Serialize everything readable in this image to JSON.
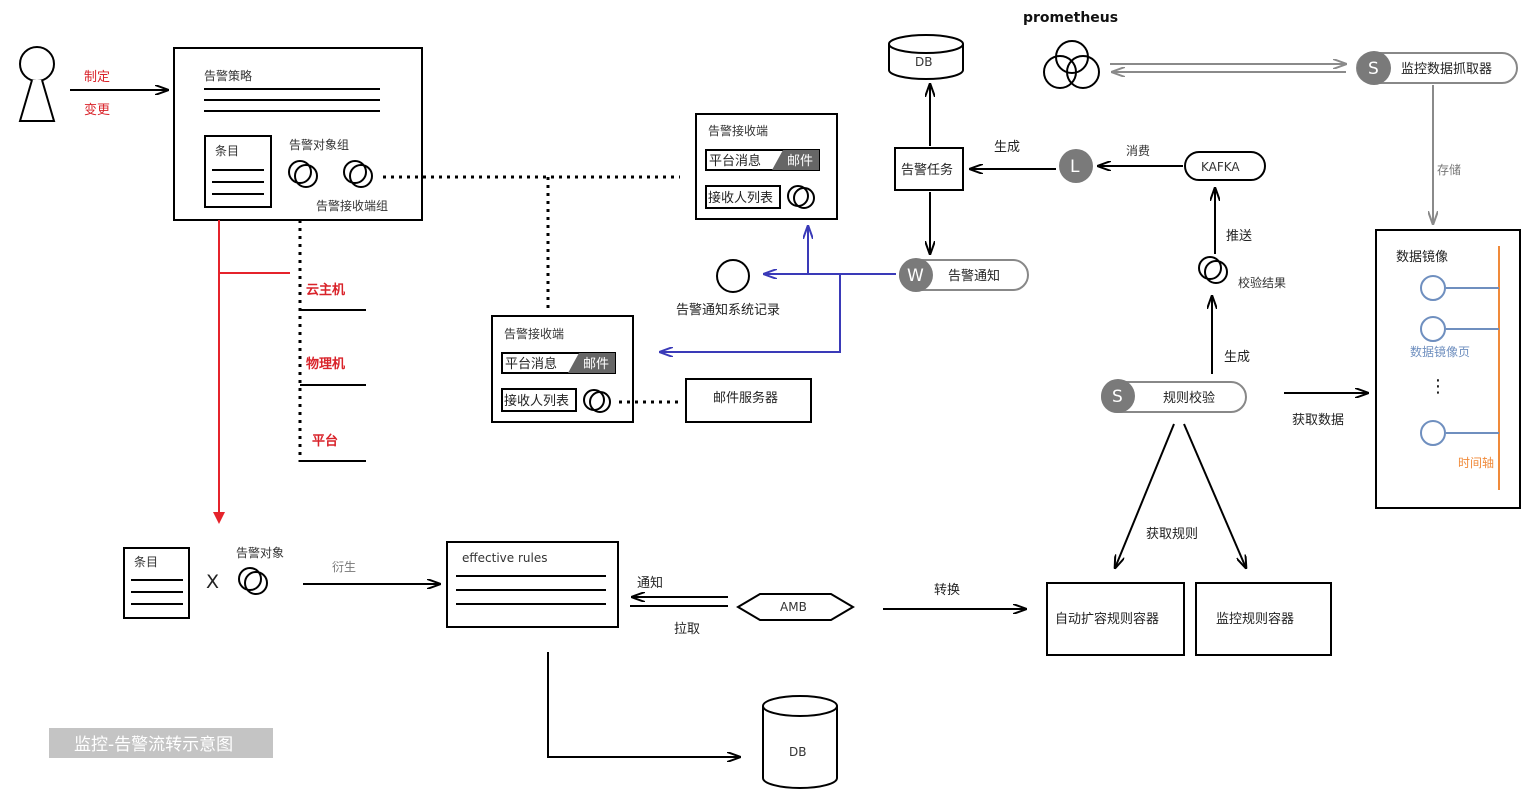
{
  "diagram": {
    "title_badge": "监控-告警流转示意图",
    "actor": {
      "label_define": "制定",
      "label_change": "变更"
    },
    "policy": {
      "title": "告警策略",
      "item_label": "条目",
      "target_group": "告警对象组",
      "receiver_group": "告警接收端组"
    },
    "targets": {
      "cloud_host": "云主机",
      "physical": "物理机",
      "platform": "平台"
    },
    "receiver_top": {
      "title": "告警接收端",
      "platform_msg": "平台消息",
      "mail": "邮件",
      "receivers": "接收人列表"
    },
    "receiver_mid": {
      "title": "告警接收端",
      "platform_msg": "平台消息",
      "mail": "邮件",
      "receivers": "接收人列表"
    },
    "mail_server": "邮件服务器",
    "notify_record": "告警通知系统记录",
    "db_top": "DB",
    "db_bottom": "DB",
    "alert_task": "告警任务",
    "generate_1": "生成",
    "consume": "消费",
    "kafka": "KAFKA",
    "l_node": "L",
    "w_node": {
      "letter": "W",
      "label": "告警通知"
    },
    "prometheus": "prometheus",
    "scraper": {
      "letter": "S",
      "label": "监控数据抓取器"
    },
    "store": "存储",
    "push": "推送",
    "check_result": "校验结果",
    "generate_2": "生成",
    "rule_check": {
      "letter": "S",
      "label": "规则校验"
    },
    "fetch_data": "获取数据",
    "mirror": {
      "title": "数据镜像",
      "page": "数据镜像页",
      "ellipsis": "⋮",
      "timeline": "时间轴"
    },
    "fetch_rules": "获取规则",
    "autoscale_container": "自动扩容规则容器",
    "monitor_container": "监控规则容器",
    "bottom": {
      "item_label": "条目",
      "x_mark": "X",
      "target_label": "告警对象",
      "derive": "衍生",
      "effective_rules": "effective rules",
      "notify": "通知",
      "pull": "拉取",
      "amb": "AMB",
      "convert": "转换"
    },
    "colors": {
      "red": "#e5232b",
      "blue": "#3a3ab8",
      "orange": "#f08a3a",
      "steel": "#6f8fbf",
      "gray": "#8a8a8a"
    }
  }
}
